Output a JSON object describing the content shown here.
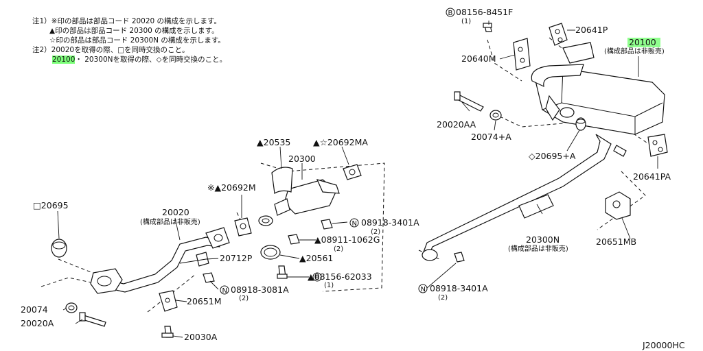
{
  "notes": {
    "line1": "注1）※印の部品は部品コード 20020 の構成を示します。",
    "line2": "▲印の部品は部品コード 20300 の構成を示します。",
    "line3": "☆印の部品は部品コード 20300N の構成を示します。",
    "line4": "注2）20020を取得の際、□を同時交換のこと。",
    "line5_highlight": "20100",
    "line5_rest": "・ 20300Nを取得の際、◇を同時交換のこと。"
  },
  "labels": {
    "p08156_8451F": "08156-8451F",
    "p08156_8451F_qty": "(1)",
    "p20641P": "20641P",
    "p20100": "20100",
    "p20100_note": "(構成部品は非販売)",
    "p20640M": "20640M",
    "p20020AA": "20020AA",
    "p20074A": "20074+A",
    "p20695A": "◇20695+A",
    "p20641PA": "20641PA",
    "p20535": "▲20535",
    "p20692MA": "▲☆20692MA",
    "p20300": "20300",
    "p20692M": "※▲20692M",
    "p20695": "□20695",
    "p20020": "20020",
    "p20020_note": "(構成部品は非販売)",
    "p08918_3401A_1": "08918-3401A",
    "p08918_3401A_1_qty": "(2)",
    "p08911_1062G": "▲08911-1062G",
    "p08911_1062G_qty": "(2)",
    "p20712P": "20712P",
    "p20561": "▲20561",
    "p08156_62033": "▲08156-62033",
    "p08156_62033_qty": "(1)",
    "p20300N": "20300N",
    "p20300N_note": "(構成部品は非販売)",
    "p20651MB": "20651MB",
    "p08918_3081A": "08918-3081A",
    "p08918_3081A_qty": "(2)",
    "p20651M": "20651M",
    "p20074": "20074",
    "p20020A": "20020A",
    "p20030A": "20030A",
    "p08918_3401A_2": "08918-3401A",
    "p08918_3401A_2_qty": "(2)",
    "diagram_code": "J20000HC"
  },
  "symbols": {
    "b": "B",
    "n": "N"
  },
  "colors": {
    "highlight": "#7dff7a",
    "ink": "#111111"
  }
}
